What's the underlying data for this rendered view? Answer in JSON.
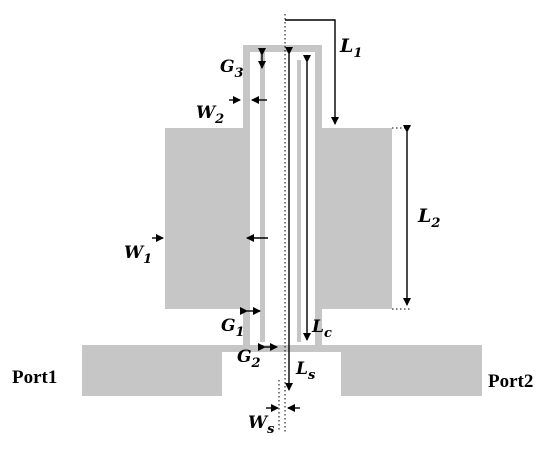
{
  "ports": {
    "left": "Port1",
    "right": "Port2"
  },
  "labels": {
    "L1": {
      "main": "L",
      "sub": "1"
    },
    "L2": {
      "main": "L",
      "sub": "2"
    },
    "G3": {
      "main": "G",
      "sub": "3"
    },
    "W2": {
      "main": "W",
      "sub": "2"
    },
    "W1": {
      "main": "W",
      "sub": "1"
    },
    "G1": {
      "main": "G",
      "sub": "1"
    },
    "G2": {
      "main": "G",
      "sub": "2"
    },
    "Lc": {
      "main": "L",
      "sub": "c"
    },
    "Ls": {
      "main": "L",
      "sub": "s"
    },
    "Ws": {
      "main": "W",
      "sub": "s"
    }
  },
  "colors": {
    "metal": "#c6c6c6",
    "ink": "#000000",
    "background": "#ffffff"
  }
}
